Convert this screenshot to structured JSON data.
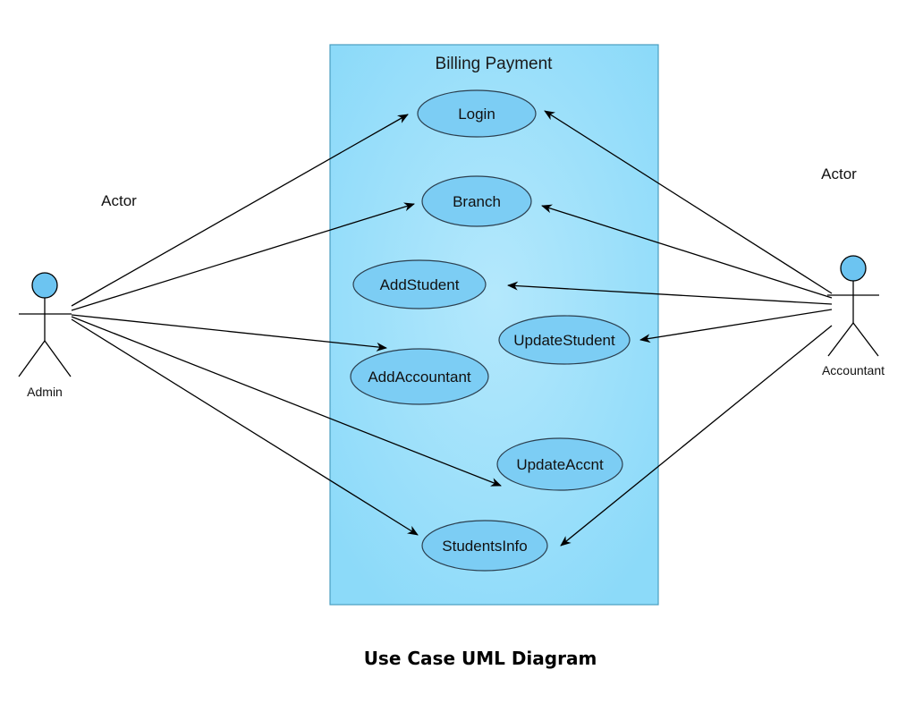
{
  "system": {
    "title": "Billing Payment",
    "fill_color": "#96dcf9",
    "border_color": "#4a9ec0"
  },
  "actors": {
    "admin": {
      "heading": "Actor",
      "name": "Admin"
    },
    "accountant": {
      "heading": "Actor",
      "name": "Accountant"
    }
  },
  "use_cases": {
    "login": "Login",
    "branch": "Branch",
    "add_student": "AddStudent",
    "update_student": "UpdateStudent",
    "add_accountant": "AddAccountant",
    "update_accnt": "UpdateAccnt",
    "students_info": "StudentsInfo"
  },
  "associations": [
    {
      "from": "Admin",
      "to": "Login"
    },
    {
      "from": "Admin",
      "to": "Branch"
    },
    {
      "from": "Admin",
      "to": "AddAccountant"
    },
    {
      "from": "Admin",
      "to": "UpdateAccnt"
    },
    {
      "from": "Admin",
      "to": "StudentsInfo"
    },
    {
      "from": "Accountant",
      "to": "Login"
    },
    {
      "from": "Accountant",
      "to": "Branch"
    },
    {
      "from": "Accountant",
      "to": "AddStudent"
    },
    {
      "from": "Accountant",
      "to": "UpdateStudent"
    },
    {
      "from": "Accountant",
      "to": "StudentsInfo"
    }
  ],
  "caption": "Use Case UML Diagram",
  "colors": {
    "use_case_fill": "#7ccdf4",
    "actor_head": "#6cc4f1"
  }
}
